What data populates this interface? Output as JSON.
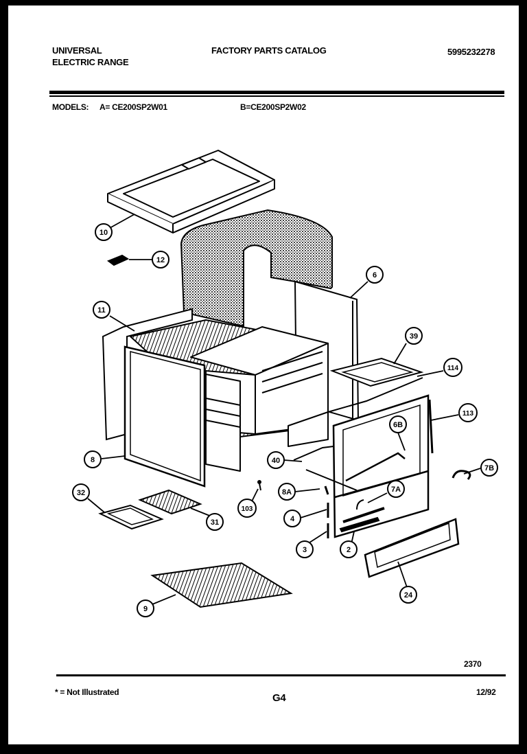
{
  "header": {
    "brand_line1": "UNIVERSAL",
    "brand_line2": "ELECTRIC RANGE",
    "catalog_title": "FACTORY PARTS CATALOG",
    "catalog_number": "5995232278",
    "models_label": "MODELS:",
    "model_a": "A= CE200SP2W01",
    "model_b": "B=CE200SP2W02"
  },
  "callouts": {
    "c10": "10",
    "c12": "12",
    "c11": "11",
    "c6": "6",
    "c39": "39",
    "c114": "114",
    "c113": "113",
    "c6b": "6B",
    "c7b": "7B",
    "c8": "8",
    "c40": "40",
    "c8a": "8A",
    "c7a": "7A",
    "c103": "103",
    "c32": "32",
    "c31": "31",
    "c4": "4",
    "c3": "3",
    "c2": "2",
    "c24": "24",
    "c9": "9"
  },
  "footer": {
    "drawing_number": "2370",
    "note": "* = Not Illustrated",
    "page_code": "G4",
    "date": "12/92"
  }
}
